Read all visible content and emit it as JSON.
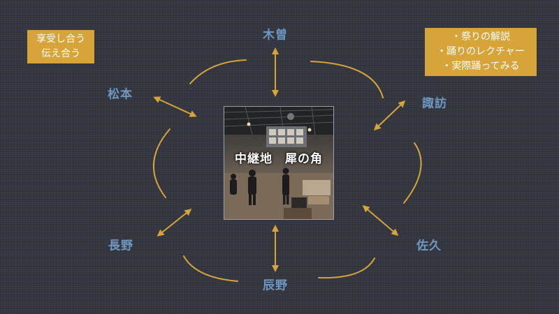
{
  "diagram": {
    "center_label": "中継地　犀の角",
    "cities": {
      "kiso": "木曽",
      "matsumoto": "松本",
      "suwa": "諏訪",
      "nagano": "長野",
      "saku": "佐久",
      "tatsuno": "辰野"
    },
    "left_box": [
      "享受し合う",
      "伝え合う"
    ],
    "right_box": [
      "・祭りの解説",
      "・踊りのレクチャー",
      "・実際踊ってみる"
    ]
  },
  "colors": {
    "background": "#34373f",
    "accent_gold": "#d7a43a",
    "city_blue": "#6e97c2",
    "box_text": "#ffffff"
  },
  "icons": [
    "double-headed-arrow-icon",
    "curved-arc"
  ]
}
